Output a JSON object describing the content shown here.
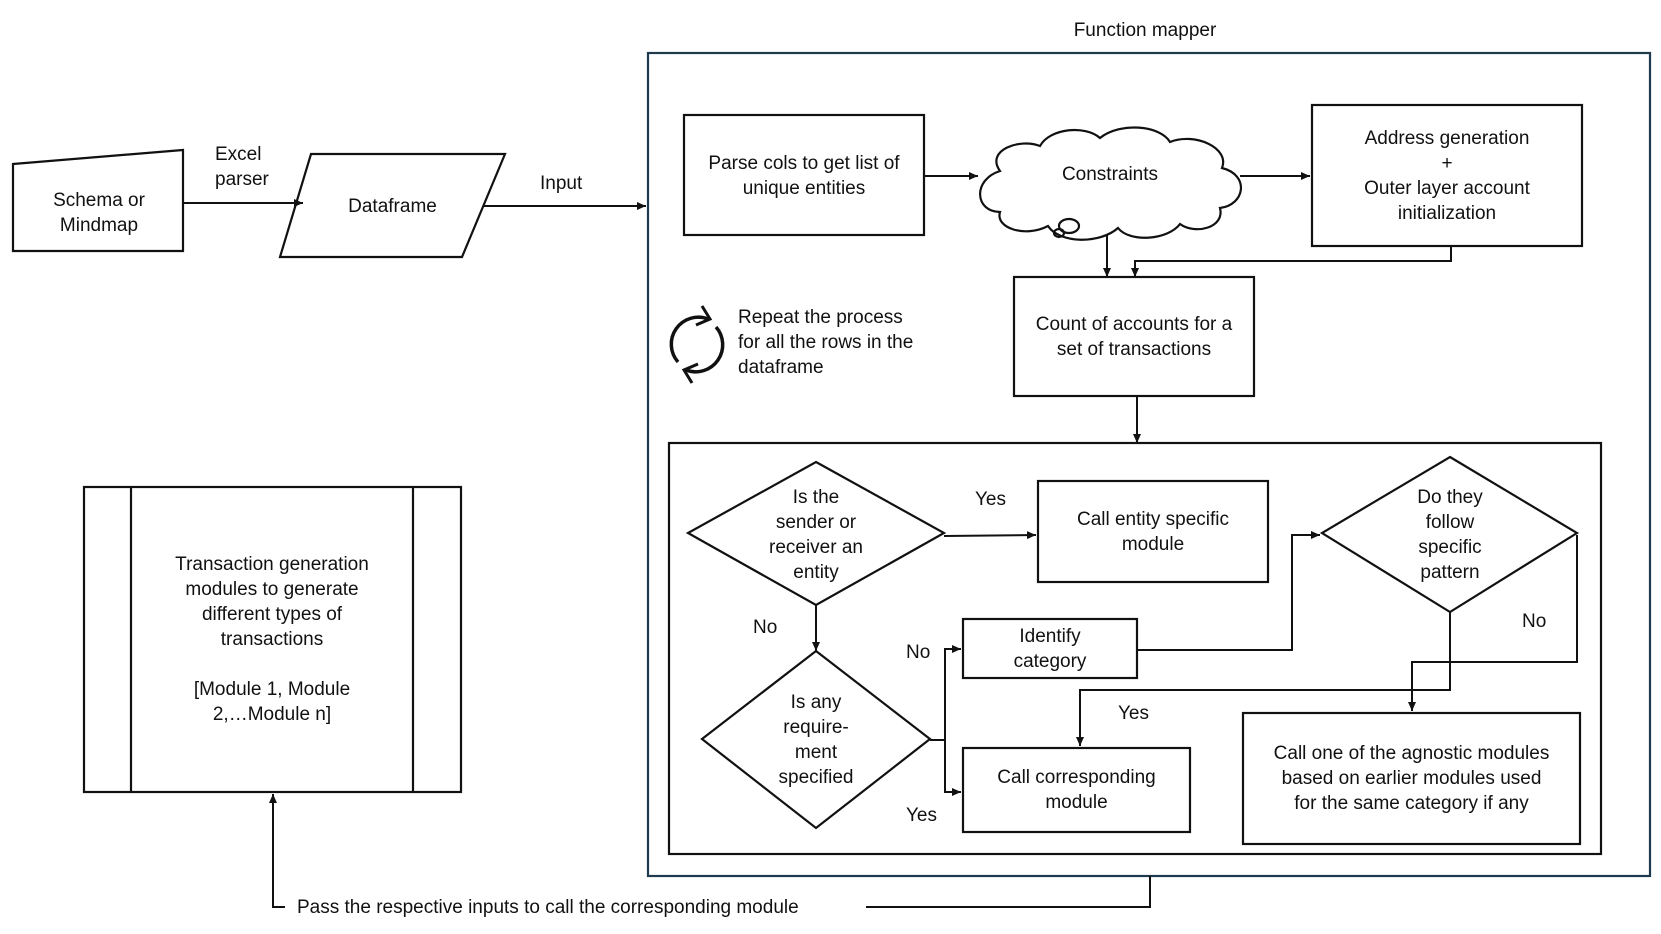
{
  "title": "Function mapper",
  "nodes": {
    "schema": "Schema or\nMindmap",
    "dataframe": "Dataframe",
    "parse_cols": "Parse cols to get list of\nunique entities",
    "constraints": "Constraints",
    "address_gen": "Address generation\n+\nOuter layer account\ninitialization",
    "count_accounts": "Count of accounts for a\nset of transactions",
    "repeat": "Repeat the process\nfor all the rows in the\ndataframe",
    "tx_modules": "Transaction generation\nmodules to generate\ndifferent types of\ntransactions\n\n[Module 1, Module\n2,…Module n]",
    "is_entity": "Is the\nsender or\nreceiver an\nentity",
    "call_entity": "Call entity specific\nmodule",
    "do_follow": "Do they\nfollow\nspecific\npattern",
    "identify_category": "Identify\ncategory",
    "is_requirement": "Is any\nrequire-\nment\nspecified",
    "call_corresponding": "Call corresponding\nmodule",
    "call_agnostic": "Call one of the agnostic modules\nbased on earlier modules used\nfor the same category if any"
  },
  "edge_labels": {
    "excel_parser": "Excel\nparser",
    "input": "Input",
    "yes_entity": "Yes",
    "no_entity": "No",
    "no_requirement": "No",
    "yes_requirement": "Yes",
    "yes_pattern": "Yes",
    "no_pattern": "No",
    "pass_inputs": "Pass the respective inputs to call the corresponding module"
  },
  "icons": {
    "repeat": "refresh-cycle-icon"
  },
  "colors": {
    "outer_frame": "#1f3a4d",
    "stroke": "#111111",
    "background": "#ffffff"
  }
}
